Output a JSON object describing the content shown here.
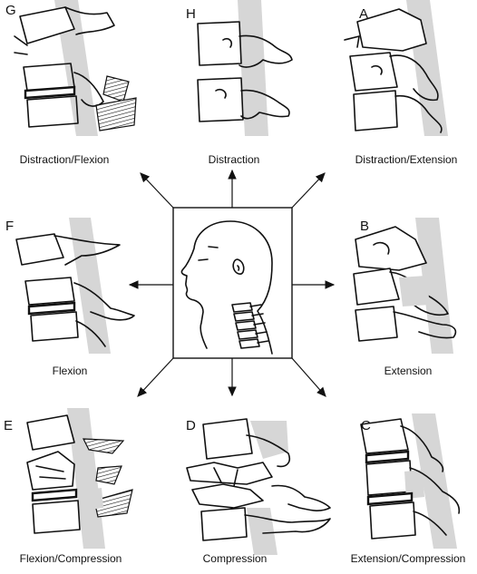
{
  "panels": [
    {
      "id": "G",
      "letter": "G",
      "caption": "Distraction/Flexion"
    },
    {
      "id": "H",
      "letter": "H",
      "caption": "Distraction"
    },
    {
      "id": "A",
      "letter": "A",
      "caption": "Distraction/Extension"
    },
    {
      "id": "F",
      "letter": "F",
      "caption": "Flexion"
    },
    {
      "id": "B",
      "letter": "B",
      "caption": "Extension"
    },
    {
      "id": "E",
      "letter": "E",
      "caption": "Flexion/Compression"
    },
    {
      "id": "D",
      "letter": "D",
      "caption": "Compression"
    },
    {
      "id": "C",
      "letter": "C",
      "caption": "Extension/Compression"
    }
  ],
  "colors": {
    "ink": "#111111",
    "cord": "#d6d6d6",
    "background": "#ffffff"
  }
}
